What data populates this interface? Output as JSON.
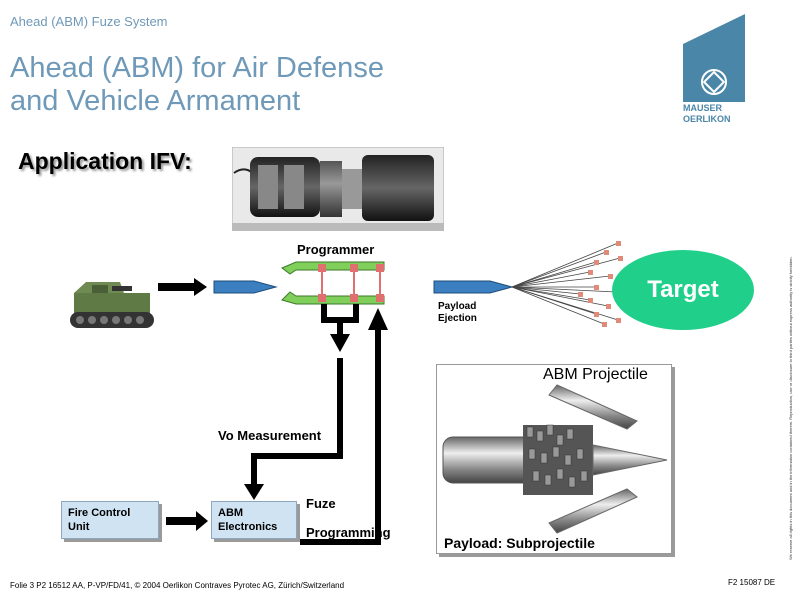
{
  "header": {
    "subtitle": "Ahead (ABM) Fuze System",
    "title_line1": "Ahead (ABM) for Air Defense",
    "title_line2": "and Vehicle Armament",
    "application": "Application IFV:"
  },
  "logo": {
    "line1": "MAUSER",
    "line2": "OERLIKON",
    "color": "#4a86a8"
  },
  "diagram": {
    "programmer": "Programmer",
    "payload_line1": "Payload",
    "payload_line2": "Ejection",
    "target": "Target",
    "vo_measurement": "Vo Measurement",
    "fuze": "Fuze",
    "programming": "Programming",
    "fire_control_line1": "Fire Control",
    "fire_control_line2": "Unit",
    "abm_line1": "ABM",
    "abm_line2": "Electronics",
    "abm_projectile": "ABM Projectile",
    "payload_subprojectile": "Payload: Subprojectile",
    "target_color": "#1fcf8a",
    "box_color": "#cfe3f3"
  },
  "footer": {
    "left": "Folie 3     P2 16512 AA, P-VP/FD/41, © 2004 Oerlikon Contraves Pyrotec AG, Zürich/Switzerland",
    "right": "F2 15087 DE",
    "side_note": "We reserve all rights in this document and in the information contained therein. Reproduction, use or disclosure to third parties without express authority is strictly forbidden."
  }
}
